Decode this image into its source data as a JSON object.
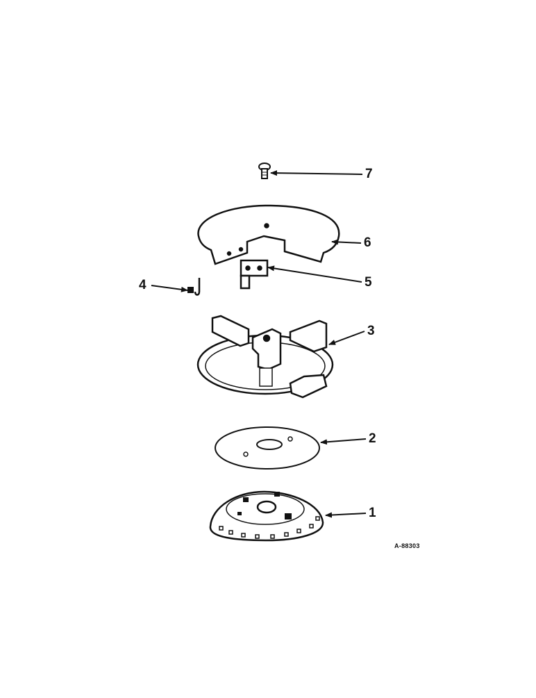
{
  "diagram": {
    "callouts": [
      {
        "id": "7",
        "label": "7",
        "part": "bolt"
      },
      {
        "id": "6",
        "label": "6",
        "part": "cover"
      },
      {
        "id": "5",
        "label": "5",
        "part": "bracket"
      },
      {
        "id": "4",
        "label": "4",
        "part": "pin"
      },
      {
        "id": "3",
        "label": "3",
        "part": "ring-frame"
      },
      {
        "id": "2",
        "label": "2",
        "part": "plate"
      },
      {
        "id": "1",
        "label": "1",
        "part": "seed-plate"
      }
    ],
    "reference_code": "A-88303",
    "colors": {
      "ink": "#111111",
      "paper": "#ffffff",
      "light": "#f2f2f2"
    }
  }
}
